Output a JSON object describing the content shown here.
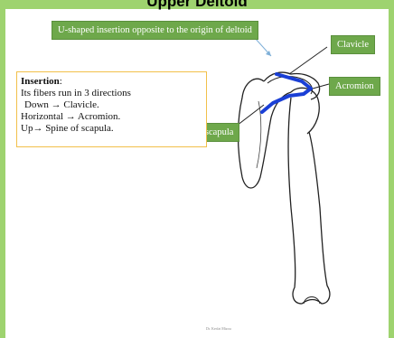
{
  "header": {
    "title": "Upper Deltoid"
  },
  "callouts": {
    "insertion_note": "U-shaped insertion opposite to the origin of deltoid",
    "clavicle": "Clavicle",
    "acromion": "Acromion",
    "spine_of_scapula": "Spine of scapula"
  },
  "insertion_box": {
    "title": "Insertion",
    "lines": [
      "Its fibers run in 3 directions",
      "Down → Clavicle.",
      "Horizontal → Acromion.",
      "Up→ Spine of scapula."
    ]
  },
  "footer": {
    "credit": "Dr. Kerfat Mizou"
  },
  "colors": {
    "background": "#9ed36f",
    "label_fill": "#6ea84b",
    "insertion_highlight": "#1a3fd6",
    "box_border": "#f2c04a"
  }
}
